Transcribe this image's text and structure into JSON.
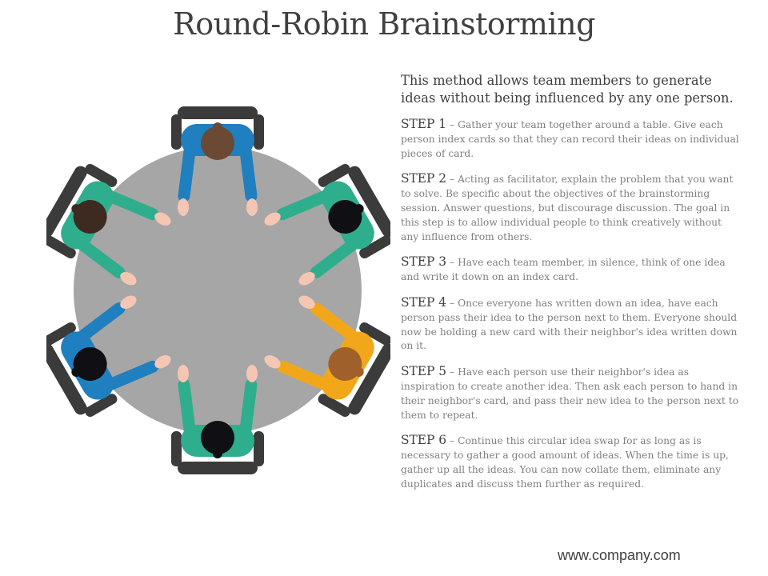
{
  "slide": {
    "title": "Round-Robin Brainstorming",
    "intro": "This method allows team members to generate ideas without being influenced by any one person.",
    "steps": [
      {
        "label": "STEP 1",
        "text": "Gather your team together around a table. Give each person index cards so that they can record their ideas on individual pieces of card."
      },
      {
        "label": "STEP 2",
        "text": "Acting as facilitator, explain the problem that you want to solve. Be specific about the objectives of the brainstorming session. Answer questions, but discourage discussion. The goal in this step is to allow individual people to think creatively without any influence from others."
      },
      {
        "label": "STEP 3",
        "text": "Have each team member, in silence, think of one idea and write it down on an index card."
      },
      {
        "label": "STEP 4",
        "text": "Once everyone has written down an idea, have each person pass their idea to the person next to them. Everyone should now be holding a new card with their neighbor's idea written down on it."
      },
      {
        "label": "STEP 5",
        "text": "Have each person use their neighbor's idea as inspiration to create another idea. Then ask each person to hand in their neighbor's card, and pass their new idea to the person next to them to repeat."
      },
      {
        "label": "STEP 6",
        "text": "Continue this circular idea swap for as long as is necessary to gather a good amount of ideas. When the time is up, gather up all the ideas. You can now collate them, eliminate any duplicates and discuss them further as required."
      }
    ],
    "separator": " – ",
    "footer": "www.company.com"
  },
  "illustration": {
    "name": "round-table-meeting",
    "colors": {
      "table": "#a6a6a6",
      "chair": "#3b3b3b",
      "skin": "#f5c6b4",
      "blue": "#1f7fbf",
      "teal": "#2fae8e",
      "orange": "#f2a71b"
    },
    "people": [
      {
        "shirt": "#1f7fbf",
        "hair": "#6b4a35"
      },
      {
        "shirt": "#2fae8e",
        "hair": "#0f0f14"
      },
      {
        "shirt": "#f2a71b",
        "hair": "#a0602c"
      },
      {
        "shirt": "#2fae8e",
        "hair": "#0f0f14"
      },
      {
        "shirt": "#1f7fbf",
        "hair": "#0f0f14"
      },
      {
        "shirt": "#2fae8e",
        "hair": "#3d2a20"
      }
    ]
  }
}
